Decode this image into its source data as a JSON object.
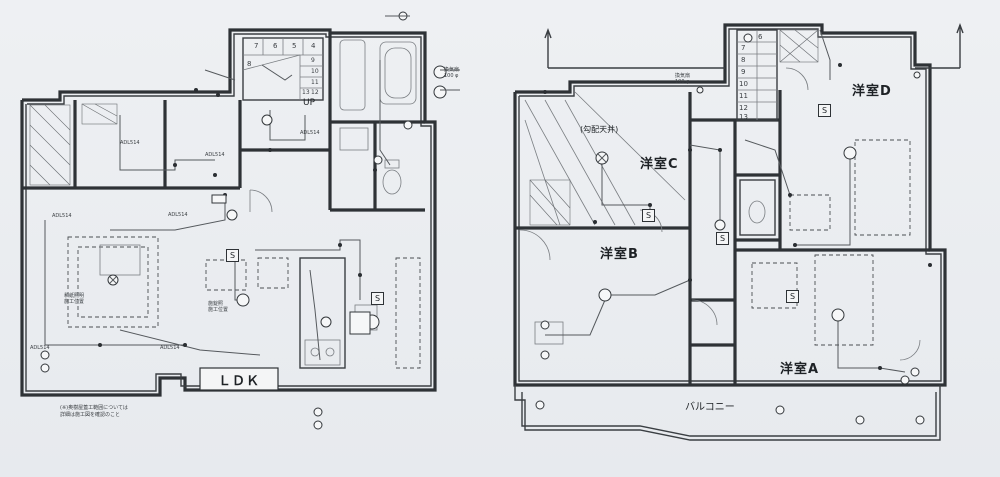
{
  "plan_left": {
    "room_labels": {
      "ldk": "ＬＤＫ"
    },
    "annotations": {
      "note_line1": "(※)奥樹屋蓋工範囲については",
      "note_line2": "詳細は施工図を確認のこと",
      "ceiling_light_a": "和紙照明",
      "ceiling_light_a2": "施工位置",
      "ceiling_light_b": "施錠照",
      "ceiling_light_b2": "施工位置",
      "up": "UP",
      "stair_numbers": [
        "7",
        "6",
        "5",
        "4",
        "8",
        "9",
        "10",
        "11",
        "12",
        "13"
      ],
      "fan_label_1": "換気扇",
      "fan_spec_1": "100 φ",
      "cable_labels": [
        "ADL514",
        "ADL514",
        "ADL514",
        "ADL514",
        "ADL514",
        "ADL514",
        "ADL514"
      ],
      "switch_symbol": "S"
    }
  },
  "plan_right": {
    "room_labels": {
      "room_a": "洋室A",
      "room_b": "洋室B",
      "room_c": "洋室C",
      "room_d": "洋室D",
      "balcony": "バルコニー",
      "sloped_ceiling": "(勾配天井)"
    },
    "annotations": {
      "stair_numbers": [
        "6",
        "7",
        "8",
        "9",
        "10",
        "11",
        "12",
        "13"
      ],
      "fan_label_2": "換気扇",
      "fan_spec_2": "100 φ",
      "switch_symbol": "S"
    }
  }
}
